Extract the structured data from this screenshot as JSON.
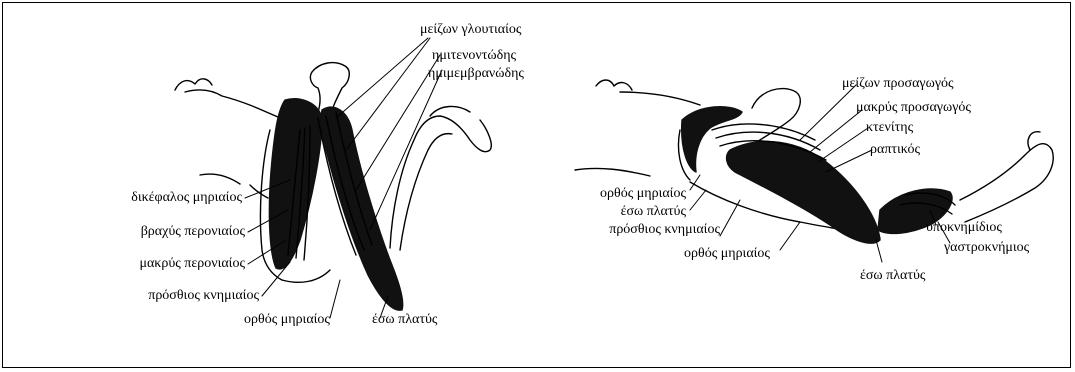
{
  "colors": {
    "ink": "#000000",
    "background": "#ffffff",
    "muscle_dark": "#111111"
  },
  "left_figure": {
    "labels": {
      "gluteus_maximus": "μείζων γλουτιαίος",
      "semitendinosus": "ημιτενοντώδης",
      "semimembranosus": "ημιμεμβρανώδης",
      "biceps_femoris": "δικέφαλος μηριαίος",
      "peroneus_brevis": "βραχύς περονιαίος",
      "peroneus_longus": "μακρύς περονιαίος",
      "tibialis_anterior": "πρόσθιος κνημιαίος",
      "rectus_femoris": "ορθός μηριαίος",
      "vastus_medialis": "έσω πλατύς"
    }
  },
  "right_figure": {
    "labels": {
      "adductor_magnus": "μείζων προσαγωγός",
      "adductor_longus": "μακρύς προσαγωγός",
      "pectineus": "κτενίτης",
      "sartorius": "ραπτικός",
      "rectus_femoris_upper": "ορθός μηριαίος",
      "vastus_medialis_upper": "έσω πλατύς",
      "tibialis_anterior": "πρόσθιος κνημιαίος",
      "rectus_femoris_lower": "ορθός μηριαίος",
      "soleus": "υποκνημίδιος",
      "gastrocnemius": "γαστροκνήμιος",
      "vastus_medialis_lower": "έσω πλατύς"
    }
  }
}
